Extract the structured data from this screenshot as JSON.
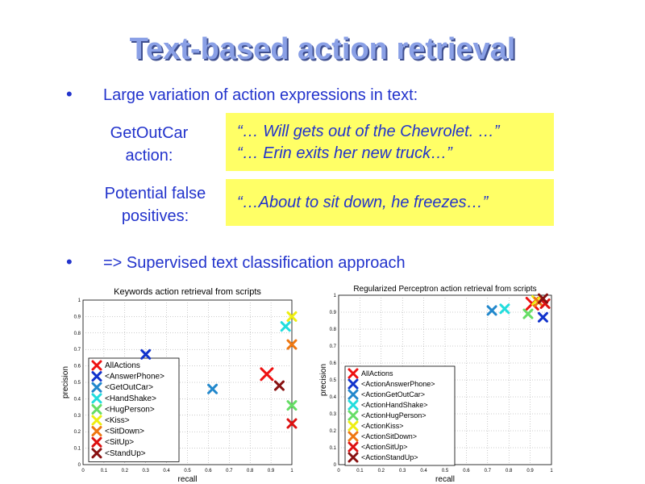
{
  "slide": {
    "title": "Text-based action retrieval",
    "bullet1": "Large variation of action expressions in text:",
    "label_getoutcar_line1": "GetOutCar",
    "label_getoutcar_line2": "action:",
    "quote1_line1": "“… Will gets out of the Chevrolet. …”",
    "quote1_line2": "“… Erin exits her new truck…”",
    "label_fp_line1": "Potential false",
    "label_fp_line2": "positives:",
    "quote2": "“…About to sit down, he freezes…”",
    "bullet2": "=> Supervised text classification approach",
    "bullet_symbol": "•"
  },
  "chart_data": [
    {
      "type": "scatter",
      "title": "Keywords action retrieval from scripts",
      "xlabel": "recall",
      "ylabel": "precision",
      "xlim": [
        0,
        1
      ],
      "ylim": [
        0,
        1
      ],
      "xticks": [
        "0",
        "0.1",
        "0.2",
        "0.3",
        "0.4",
        "0.5",
        "0.6",
        "0.7",
        "0.8",
        "0.9",
        "1"
      ],
      "yticks": [
        "0",
        "0.1",
        "0.2",
        "0.3",
        "0.4",
        "0.5",
        "0.6",
        "0.7",
        "0.8",
        "0.9",
        "1"
      ],
      "grid": true,
      "legend_position": "left",
      "series": [
        {
          "name": "AllActions",
          "color": "#ee1111",
          "x": 0.88,
          "y": 0.55,
          "big": true
        },
        {
          "name": "<AnswerPhone>",
          "color": "#1133cc",
          "x": 0.3,
          "y": 0.67
        },
        {
          "name": "<GetOutCar>",
          "color": "#2288cc",
          "x": 0.62,
          "y": 0.46
        },
        {
          "name": "<HandShake>",
          "color": "#22dddd",
          "x": 0.97,
          "y": 0.84
        },
        {
          "name": "<HugPerson>",
          "color": "#66dd66",
          "x": 1.0,
          "y": 0.36
        },
        {
          "name": "<Kiss>",
          "color": "#eeee11",
          "x": 1.0,
          "y": 0.9
        },
        {
          "name": "<SitDown>",
          "color": "#ee7711",
          "x": 1.0,
          "y": 0.73
        },
        {
          "name": "<SitUp>",
          "color": "#dd1111",
          "x": 1.0,
          "y": 0.25
        },
        {
          "name": "<StandUp>",
          "color": "#881111",
          "x": 0.94,
          "y": 0.48
        }
      ]
    },
    {
      "type": "scatter",
      "title": "Regularized Perceptron action retrieval from scripts",
      "xlabel": "recall",
      "ylabel": "precision",
      "xlim": [
        0,
        1
      ],
      "ylim": [
        0,
        1
      ],
      "xticks": [
        "0",
        "0.1",
        "0.2",
        "0.3",
        "0.4",
        "0.5",
        "0.6",
        "0.7",
        "0.8",
        "0.9",
        "1"
      ],
      "yticks": [
        "0",
        "0.1",
        "0.2",
        "0.3",
        "0.4",
        "0.5",
        "0.6",
        "0.7",
        "0.8",
        "0.9",
        "1"
      ],
      "grid": true,
      "legend_position": "left",
      "series": [
        {
          "name": "AllActions",
          "color": "#ee1111",
          "x": 0.91,
          "y": 0.95,
          "big": true
        },
        {
          "name": "<ActionAnswerPhone>",
          "color": "#1133cc",
          "x": 0.96,
          "y": 0.87
        },
        {
          "name": "<ActionGetOutCar>",
          "color": "#2288cc",
          "x": 0.72,
          "y": 0.91
        },
        {
          "name": "<ActionHandShake>",
          "color": "#22dddd",
          "x": 0.78,
          "y": 0.92
        },
        {
          "name": "<ActionHugPerson>",
          "color": "#66dd66",
          "x": 0.89,
          "y": 0.89
        },
        {
          "name": "<ActionKiss>",
          "color": "#eeee11",
          "x": 0.93,
          "y": 0.97
        },
        {
          "name": "<ActionSitDown>",
          "color": "#ee7711",
          "x": 0.94,
          "y": 0.96
        },
        {
          "name": "<ActionSitUp>",
          "color": "#dd1111",
          "x": 0.97,
          "y": 0.95
        },
        {
          "name": "<ActionStandUp>",
          "color": "#881111",
          "x": 0.96,
          "y": 0.98
        }
      ]
    }
  ]
}
